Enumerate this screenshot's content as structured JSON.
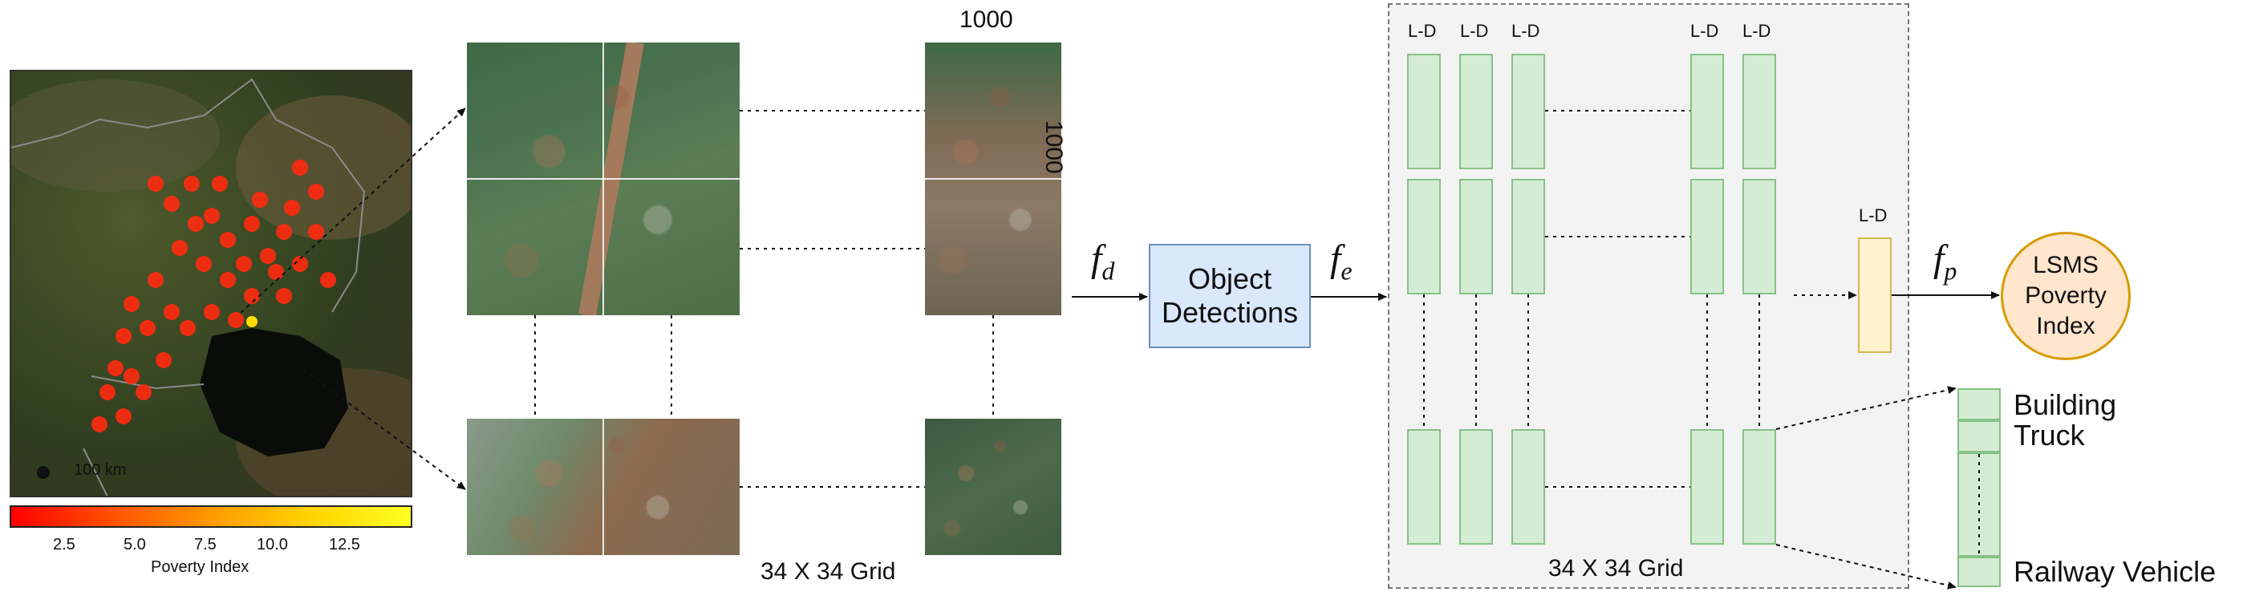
{
  "map": {
    "scale_label": "100 km",
    "colorbar": {
      "ticks": [
        "2.5",
        "5.0",
        "7.5",
        "10.0",
        "12.5"
      ],
      "label": "Poverty Index",
      "colors": [
        "#ff0000",
        "#ff9a00",
        "#ffff20"
      ]
    }
  },
  "grid": {
    "size_top": "1000",
    "size_side": "1000",
    "caption": "34 X 34 Grid"
  },
  "functions": {
    "fd": "f",
    "fd_sub": "d",
    "fe": "f",
    "fe_sub": "e",
    "fp": "f",
    "fp_sub": "p"
  },
  "object_detections": {
    "line1": "Object",
    "line2": "Detections",
    "fill": "#dae8fc",
    "border": "#6c8ebf"
  },
  "features": {
    "column_label": "L-D",
    "aggregated_label": "L-D",
    "caption": "34 X 34 Grid",
    "block_fill": "#d5ecd4",
    "aggregated_fill": "#fff2cc"
  },
  "output": {
    "line1": "LSMS",
    "line2": "Poverty",
    "line3": "Index",
    "fill": "#ffe6cc",
    "border": "#d79b00"
  },
  "vector_labels": {
    "first": "Building",
    "second": "Truck",
    "last": "Railway Vehicle"
  }
}
